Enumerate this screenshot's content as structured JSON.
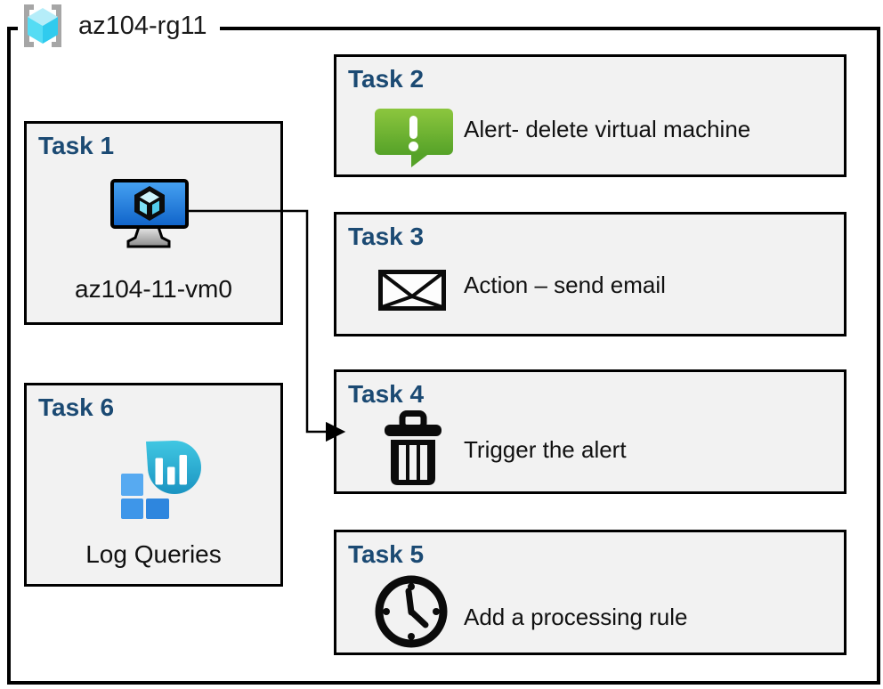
{
  "resource_group": {
    "name": "az104-rg11",
    "icon": "resource-group-icon"
  },
  "tasks": [
    {
      "id": "task-1",
      "title": "Task 1",
      "label": "az104-11-vm0",
      "icon": "virtual-machine-icon"
    },
    {
      "id": "task-2",
      "title": "Task 2",
      "label": "Alert- delete virtual machine",
      "icon": "alert-message-icon"
    },
    {
      "id": "task-3",
      "title": "Task 3",
      "label": "Action – send email",
      "icon": "email-envelope-icon"
    },
    {
      "id": "task-4",
      "title": "Task 4",
      "label": "Trigger the alert",
      "icon": "trash-icon"
    },
    {
      "id": "task-5",
      "title": "Task 5",
      "label": "Add a processing rule",
      "icon": "clock-icon"
    },
    {
      "id": "task-6",
      "title": "Task 6",
      "label": "Log Queries",
      "icon": "log-analytics-icon"
    }
  ],
  "connector": {
    "from": "task-1 virtual machine",
    "to": "task-4 box",
    "style": "elbow-arrow"
  },
  "colors": {
    "task_title": "#1b4a73",
    "box_background": "#f2f2f2",
    "box_border": "#000000",
    "alert_green_top": "#8cc63e",
    "alert_green_bottom": "#55a228",
    "vm_screen_top": "#47a3f3",
    "vm_screen_bottom": "#0f62c8",
    "log_bubble_top": "#41c8e3",
    "log_bubble_bottom": "#1a93c1",
    "log_square_blue": "#3e96e9",
    "rg_cube_cyan": "#55dcf4",
    "rg_bracket_gray": "#a6a6a6"
  }
}
